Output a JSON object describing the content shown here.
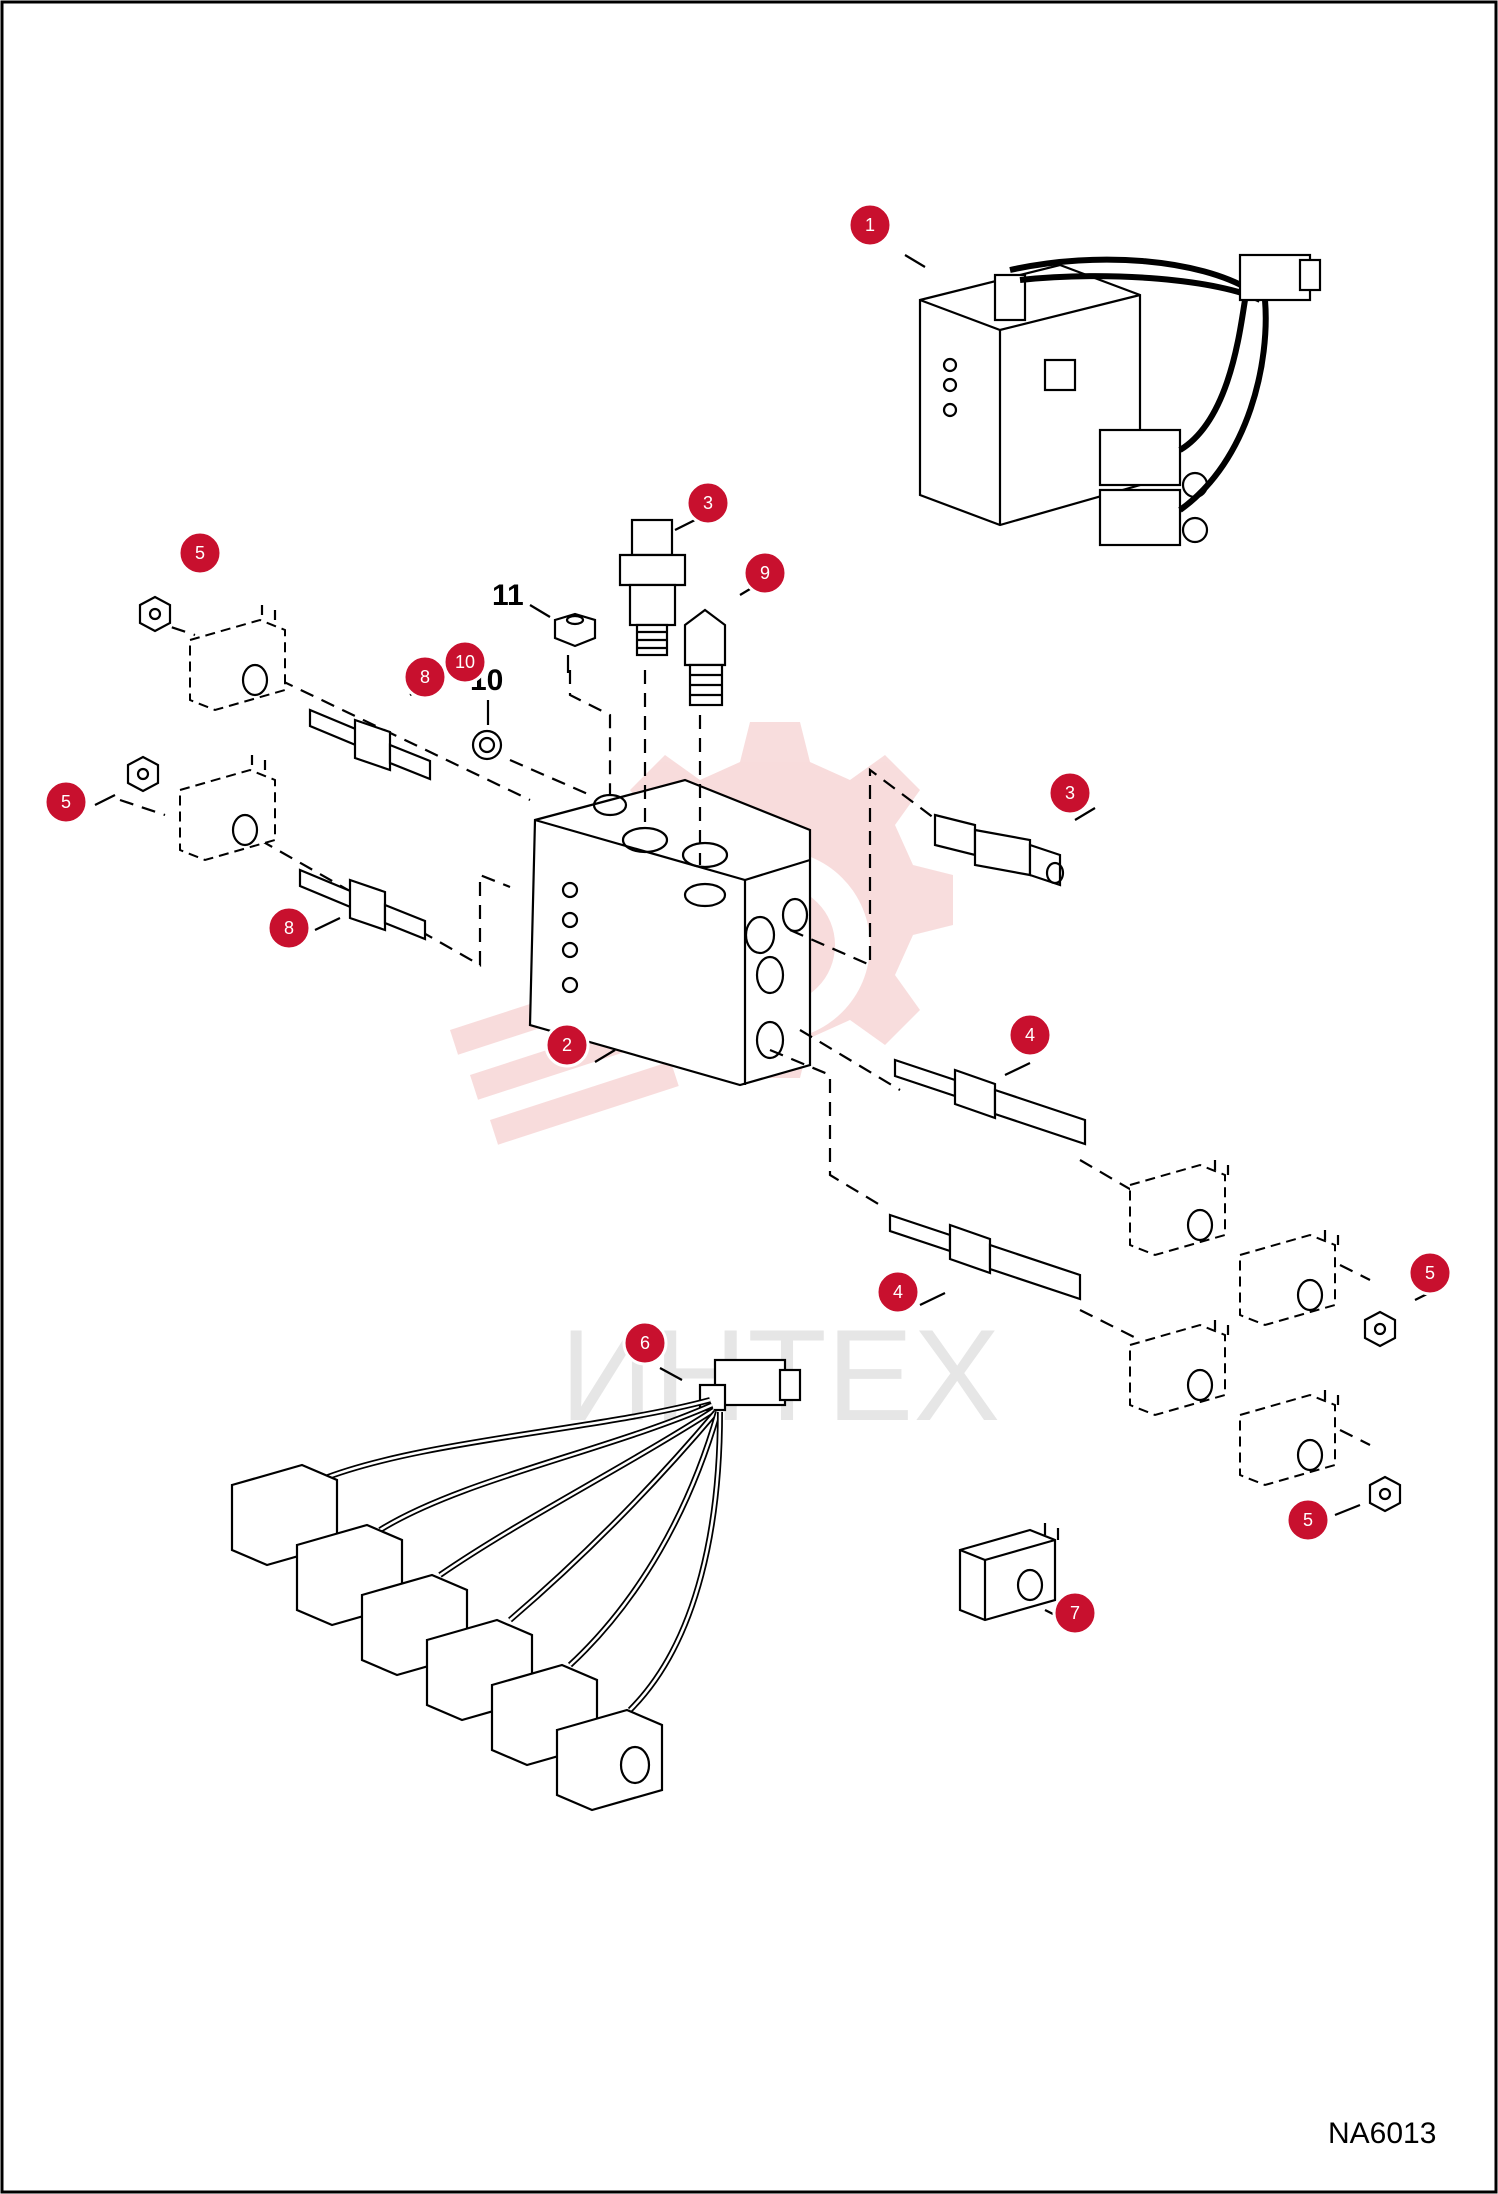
{
  "drawing": {
    "code": "NA6013",
    "watermark_text": "ИНТЕХ"
  },
  "colors": {
    "callout": "#c8102e",
    "watermark": "#f4c6c6",
    "frame": "#000000"
  },
  "callouts": [
    {
      "id": "callout-1",
      "number": "1"
    },
    {
      "id": "callout-2",
      "number": "2"
    },
    {
      "id": "callout-3a",
      "number": "3"
    },
    {
      "id": "callout-3b",
      "number": "3"
    },
    {
      "id": "callout-4a",
      "number": "4"
    },
    {
      "id": "callout-4b",
      "number": "4"
    },
    {
      "id": "callout-5a",
      "number": "5"
    },
    {
      "id": "callout-5b",
      "number": "5"
    },
    {
      "id": "callout-5c",
      "number": "5"
    },
    {
      "id": "callout-5d",
      "number": "5"
    },
    {
      "id": "callout-6",
      "number": "6"
    },
    {
      "id": "callout-7",
      "number": "7"
    },
    {
      "id": "callout-8a",
      "number": "8"
    },
    {
      "id": "callout-8b",
      "number": "8"
    },
    {
      "id": "callout-9",
      "number": "9"
    },
    {
      "id": "callout-10",
      "number": "10"
    }
  ],
  "part_labels": {
    "label_10": "10",
    "label_11": "11"
  }
}
